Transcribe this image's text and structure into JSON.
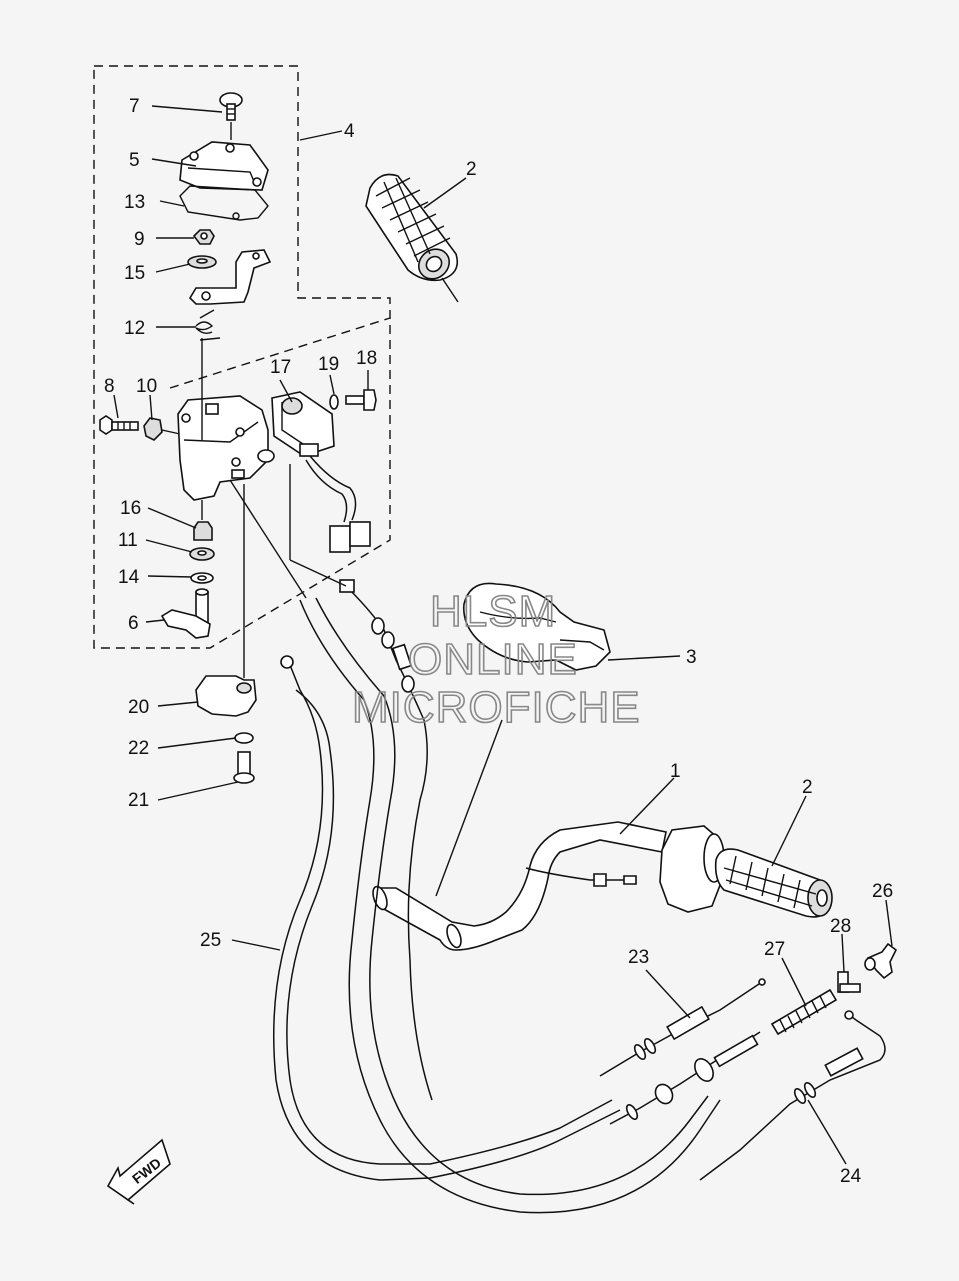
{
  "watermark": {
    "line1": "HLSM",
    "line2": "ONLINE",
    "line3": "MICROFICHE"
  },
  "fwd_label": "FWD",
  "callouts": [
    {
      "id": "7",
      "text": "7"
    },
    {
      "id": "5",
      "text": "5"
    },
    {
      "id": "13",
      "text": "13"
    },
    {
      "id": "9",
      "text": "9"
    },
    {
      "id": "15",
      "text": "15"
    },
    {
      "id": "12",
      "text": "12"
    },
    {
      "id": "4",
      "text": "4"
    },
    {
      "id": "2a",
      "text": "2"
    },
    {
      "id": "17",
      "text": "17"
    },
    {
      "id": "19",
      "text": "19"
    },
    {
      "id": "18",
      "text": "18"
    },
    {
      "id": "8",
      "text": "8"
    },
    {
      "id": "10",
      "text": "10"
    },
    {
      "id": "16",
      "text": "16"
    },
    {
      "id": "11",
      "text": "11"
    },
    {
      "id": "14",
      "text": "14"
    },
    {
      "id": "6",
      "text": "6"
    },
    {
      "id": "3",
      "text": "3"
    },
    {
      "id": "20",
      "text": "20"
    },
    {
      "id": "22",
      "text": "22"
    },
    {
      "id": "21",
      "text": "21"
    },
    {
      "id": "1",
      "text": "1"
    },
    {
      "id": "2b",
      "text": "2"
    },
    {
      "id": "26",
      "text": "26"
    },
    {
      "id": "28",
      "text": "28"
    },
    {
      "id": "23",
      "text": "23"
    },
    {
      "id": "27",
      "text": "27"
    },
    {
      "id": "25",
      "text": "25"
    },
    {
      "id": "24",
      "text": "24"
    }
  ]
}
